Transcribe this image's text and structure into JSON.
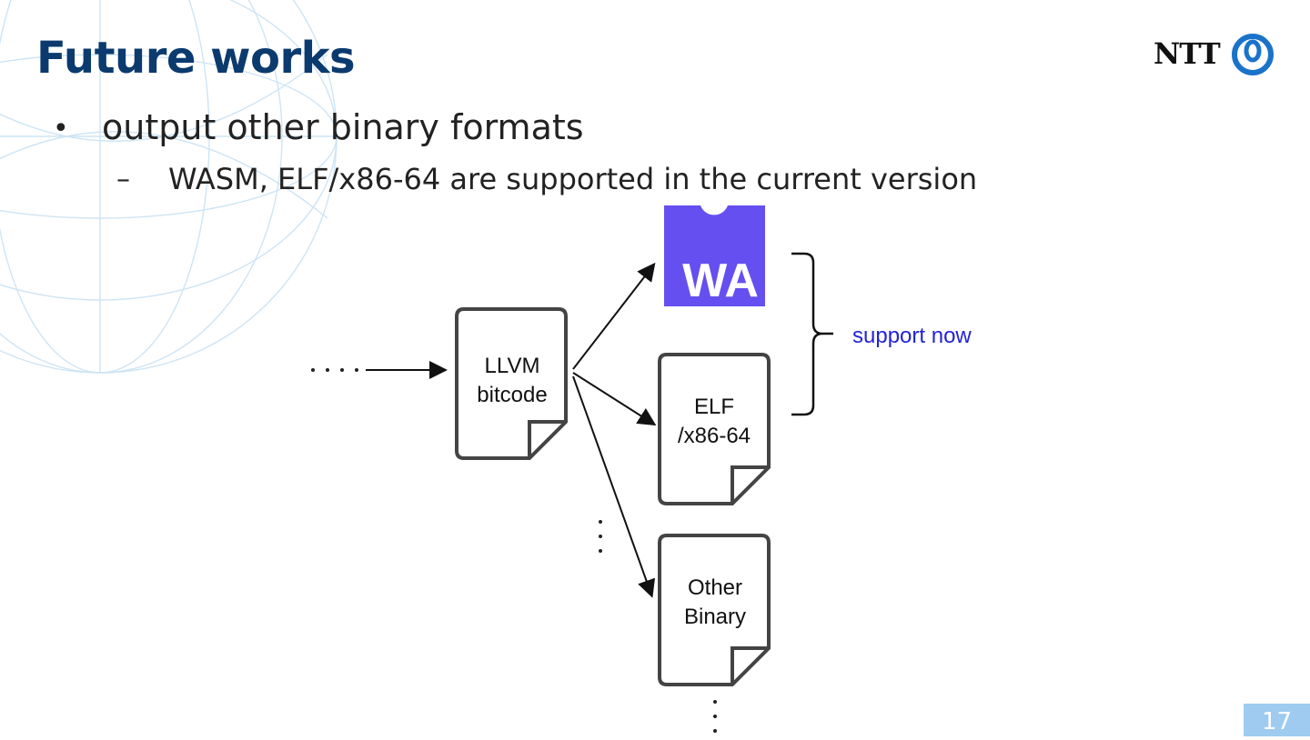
{
  "slide": {
    "title": "Future works",
    "bullet": "output other binary formats",
    "sub_bullet": "WASM, ELF/x86-64 are supported in the current version",
    "page_number": "17"
  },
  "logo": {
    "text": "NTT",
    "mark_color": "#1a73c9"
  },
  "diagram": {
    "source_label_line1": "LLVM",
    "source_label_line2": "bitcode",
    "wasm_logo_text": "WA",
    "wasm_color": "#654ff0",
    "elf_label_line1": "ELF",
    "elf_label_line2": "/x86-64",
    "other_label_line1": "Other",
    "other_label_line2": "Binary",
    "brace_label": "support now",
    "brace_label_color": "#2323d6"
  },
  "colors": {
    "title": "#0b3a6e",
    "accent_box": "#9ecbef"
  }
}
